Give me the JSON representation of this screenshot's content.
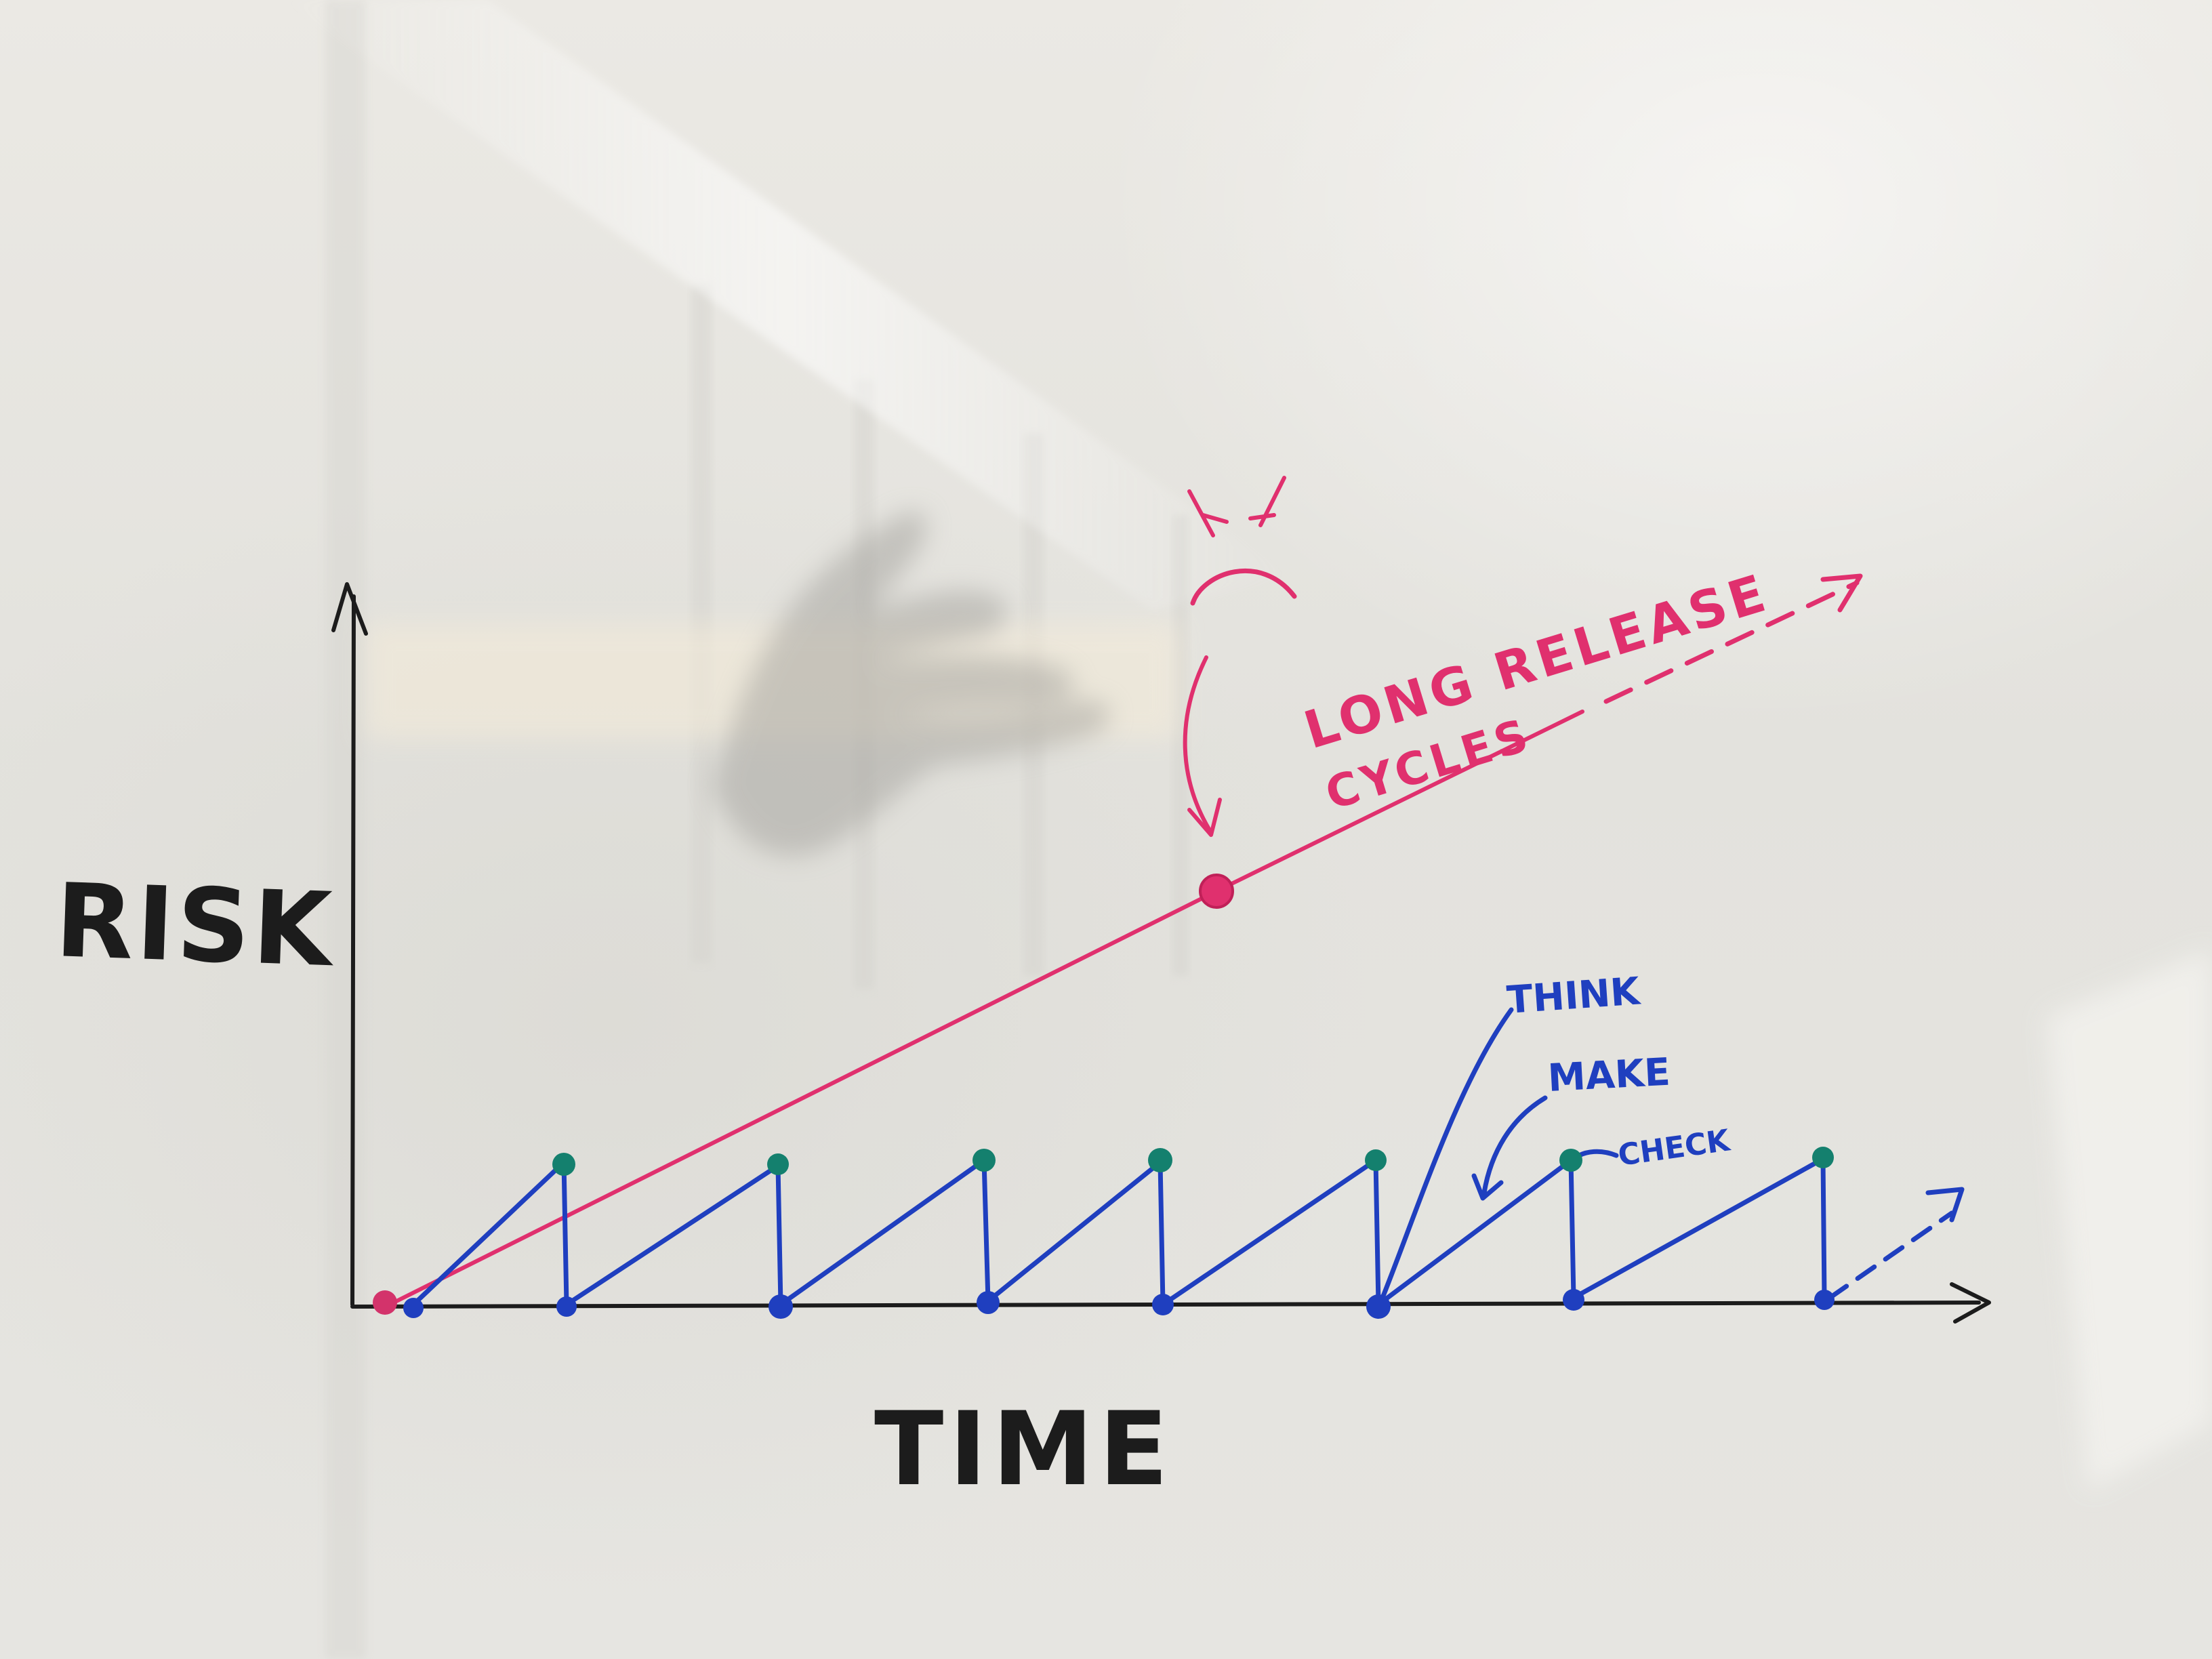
{
  "labels": {
    "y_axis": "RISK",
    "x_axis": "TIME",
    "red_annotation_line1": "LONG RELEASE",
    "red_annotation_line2": "CYCLES",
    "blue_label_think": "THINK",
    "blue_label_make": "MAKE",
    "blue_label_check": "CHECK"
  },
  "colors": {
    "axes": "#1c1c1c",
    "red_marker": "#e0306e",
    "blue_marker": "#1f3fbf",
    "green_marker": "#14806e"
  }
}
